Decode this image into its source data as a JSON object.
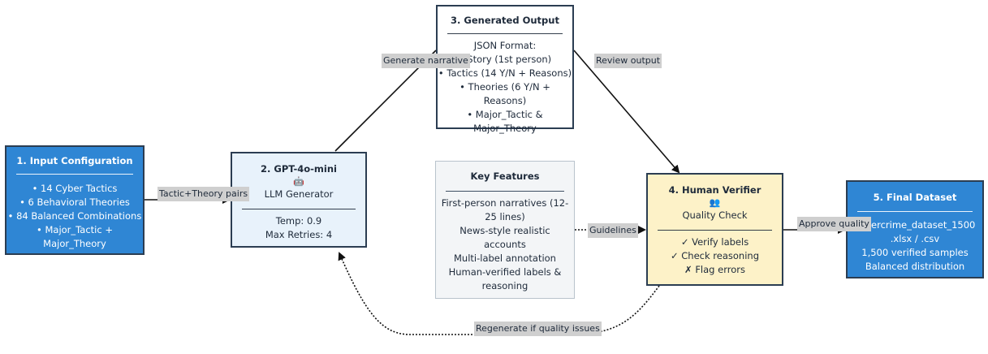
{
  "nodes": {
    "input": {
      "title": "1. Input Configuration",
      "items": [
        "• 14 Cyber Tactics",
        "• 6 Behavioral Theories",
        "• 84 Balanced Combinations",
        "• Major_Tactic +",
        "Major_Theory"
      ]
    },
    "gpt": {
      "title": "2. GPT-4o-mini",
      "icon": "robot-icon",
      "icon_glyph": "🤖",
      "subtitle": "LLM Generator",
      "items": [
        "Temp: 0.9",
        "Max Retries: 4"
      ]
    },
    "output": {
      "title": "3. Generated Output",
      "items": [
        "JSON Format:",
        "• Story (1st person)",
        "• Tactics (14 Y/N + Reasons)",
        "• Theories (6 Y/N + Reasons)",
        "• Major_Tactic &",
        "Major_Theory"
      ]
    },
    "features": {
      "title": "Key Features",
      "items": [
        "First-person narratives (12-",
        "25 lines)",
        "News-style realistic",
        "accounts",
        "Multi-label annotation",
        "Human-verified labels &",
        "reasoning"
      ]
    },
    "verifier": {
      "title": "4. Human Verifier",
      "icon": "people-icon",
      "icon_glyph": "👥",
      "subtitle": "Quality Check",
      "items": [
        "✓ Verify labels",
        "✓ Check reasoning",
        "✗ Flag errors"
      ]
    },
    "final": {
      "title": "5. Final Dataset",
      "items": [
        "cybercrime_dataset_1500",
        ".xlsx / .csv",
        "1,500 verified samples",
        "Balanced distribution"
      ]
    }
  },
  "edges": {
    "pairs": [
      "Tactic+Theory",
      "pairs"
    ],
    "generate": [
      "Generate",
      "narrative"
    ],
    "review": [
      "Review",
      "output"
    ],
    "guidelines": [
      "Guidelines"
    ],
    "approve": [
      "Approve",
      "quality"
    ],
    "regenerate": [
      "Regenerate if",
      "quality issues"
    ]
  },
  "colors": {
    "input_fill": "#2f86d4",
    "gpt_fill": "#e8f2fb",
    "output_fill": "#ffffff",
    "features_fill": "#f3f5f7",
    "verifier_fill": "#fdf2c8",
    "final_fill": "#2f86d4",
    "border": "#2b3d52",
    "edge_label_fill": "#cfcfcf"
  }
}
